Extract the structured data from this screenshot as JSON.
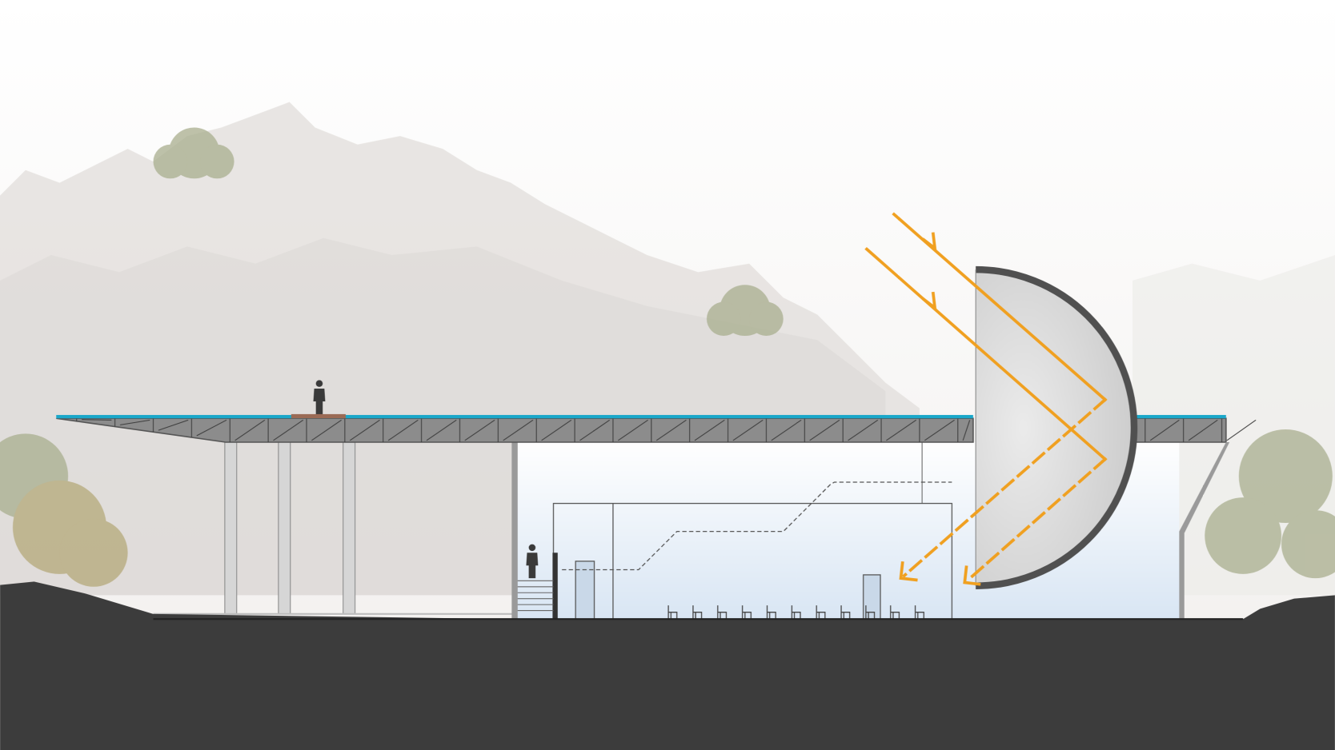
{
  "diagram": {
    "type": "architectural-section",
    "colors": {
      "sky": "#fbfbfa",
      "hills": "#dedbd8",
      "ground": "#3c3c3c",
      "roof_membrane": "#1aa7c9",
      "truss": "#6f6f6f",
      "truss_fill": "#8c8c8c",
      "interior_top": "#ffffff",
      "interior_bottom": "#d9e6f4",
      "dome": "#d8d8d8",
      "dome_rim": "#505050",
      "light_ray": "#f0a020",
      "tree": "#a9ae8e"
    },
    "icons": [
      "person-figure",
      "chair",
      "light-ray-arrow"
    ]
  }
}
